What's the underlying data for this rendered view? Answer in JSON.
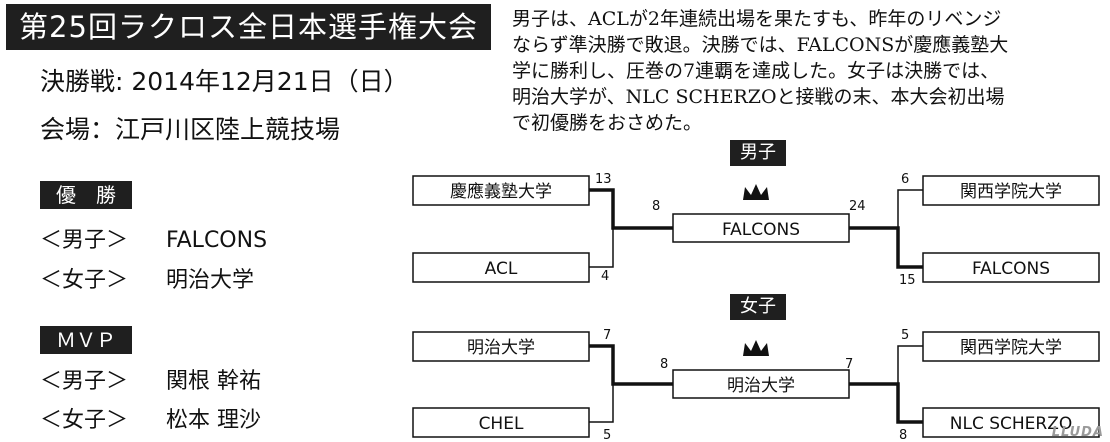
{
  "title": "第25回ラクロス全日本選手権大会",
  "final_date": "決勝戦: 2014年12月21日（日）",
  "venue": "会場：江戸川区陸上競技場",
  "summary_lines": [
    "男子は、ACLが2年連続出場を果たすも、昨年のリベンジ",
    "ならず準決勝で敗退。決勝では、FALCONSが慶應義塾大",
    "学に勝利し、圧巻の7連覇を達成した。女子は決勝では、",
    "明治大学が、NLC SCHERZOと接戦の末、本大会初出場",
    "で初優勝をおさめた。"
  ],
  "champions": {
    "label": "優　勝",
    "men_cat": "＜男子＞",
    "men": "FALCONS",
    "women_cat": "＜女子＞",
    "women": "明治大学"
  },
  "mvp": {
    "label": "ＭＶＰ",
    "men_cat": "＜男子＞",
    "men": "関根 幹祐",
    "women_cat": "＜女子＞",
    "women": "松本 理沙"
  },
  "brackets": {
    "men": {
      "tag": "男子",
      "left_top": {
        "team": "慶應義塾大学",
        "score": "13"
      },
      "left_bottom": {
        "team": "ACL",
        "score": "4"
      },
      "right_top": {
        "team": "関西学院大学",
        "score": "6"
      },
      "right_bottom": {
        "team": "FALCONS",
        "score": "15"
      },
      "final": {
        "team": "FALCONS",
        "left_score": "8",
        "right_score": "24"
      }
    },
    "women": {
      "tag": "女子",
      "left_top": {
        "team": "明治大学",
        "score": "7"
      },
      "left_bottom": {
        "team": "CHEL",
        "score": "5"
      },
      "right_top": {
        "team": "関西学院大学",
        "score": "5"
      },
      "right_bottom": {
        "team": "NLC SCHERZO",
        "score": "8"
      },
      "final": {
        "team": "明治大学",
        "left_score": "8",
        "right_score": "7"
      }
    }
  },
  "icons": {
    "crown": "crown-icon"
  },
  "colors": {
    "dark": "#1f1f1f",
    "line": "#111111"
  },
  "watermark": "LLUDA"
}
